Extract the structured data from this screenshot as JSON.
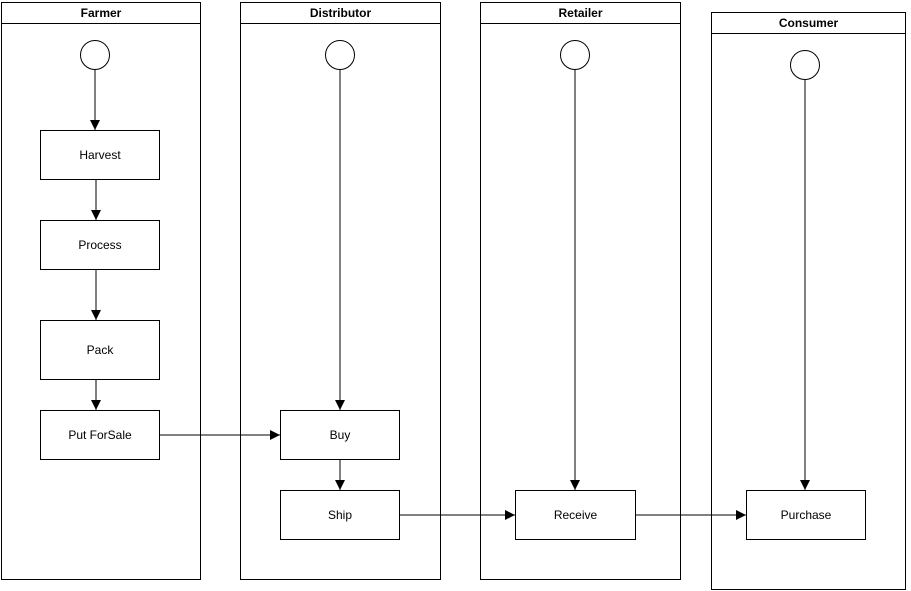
{
  "diagram": {
    "type": "swimlane-flowchart",
    "lanes": [
      {
        "id": "farmer",
        "title": "Farmer"
      },
      {
        "id": "distributor",
        "title": "Distributor"
      },
      {
        "id": "retailer",
        "title": "Retailer"
      },
      {
        "id": "consumer",
        "title": "Consumer"
      }
    ],
    "nodes": [
      {
        "id": "harvest",
        "label": "Harvest",
        "lane": "farmer",
        "shape": "rectangle"
      },
      {
        "id": "process",
        "label": "Process",
        "lane": "farmer",
        "shape": "rectangle"
      },
      {
        "id": "pack",
        "label": "Pack",
        "lane": "farmer",
        "shape": "rectangle"
      },
      {
        "id": "put-forsale",
        "label": "Put ForSale",
        "lane": "farmer",
        "shape": "rectangle"
      },
      {
        "id": "buy",
        "label": "Buy",
        "lane": "distributor",
        "shape": "rectangle"
      },
      {
        "id": "ship",
        "label": "Ship",
        "lane": "distributor",
        "shape": "rectangle"
      },
      {
        "id": "receive",
        "label": "Receive",
        "lane": "retailer",
        "shape": "rectangle"
      },
      {
        "id": "purchase",
        "label": "Purchase",
        "lane": "consumer",
        "shape": "rectangle"
      }
    ],
    "start_nodes": [
      {
        "id": "farmer-start",
        "lane": "farmer",
        "shape": "circle"
      },
      {
        "id": "distributor-start",
        "lane": "distributor",
        "shape": "circle"
      },
      {
        "id": "retailer-start",
        "lane": "retailer",
        "shape": "circle"
      },
      {
        "id": "consumer-start",
        "lane": "consumer",
        "shape": "circle"
      }
    ],
    "edges": [
      {
        "from": "farmer-start",
        "to": "harvest"
      },
      {
        "from": "harvest",
        "to": "process"
      },
      {
        "from": "process",
        "to": "pack"
      },
      {
        "from": "pack",
        "to": "put-forsale"
      },
      {
        "from": "put-forsale",
        "to": "buy"
      },
      {
        "from": "distributor-start",
        "to": "buy"
      },
      {
        "from": "buy",
        "to": "ship"
      },
      {
        "from": "ship",
        "to": "receive"
      },
      {
        "from": "retailer-start",
        "to": "receive"
      },
      {
        "from": "receive",
        "to": "purchase"
      },
      {
        "from": "consumer-start",
        "to": "purchase"
      }
    ],
    "colors": {
      "stroke": "#000000",
      "fill": "#ffffff"
    }
  }
}
